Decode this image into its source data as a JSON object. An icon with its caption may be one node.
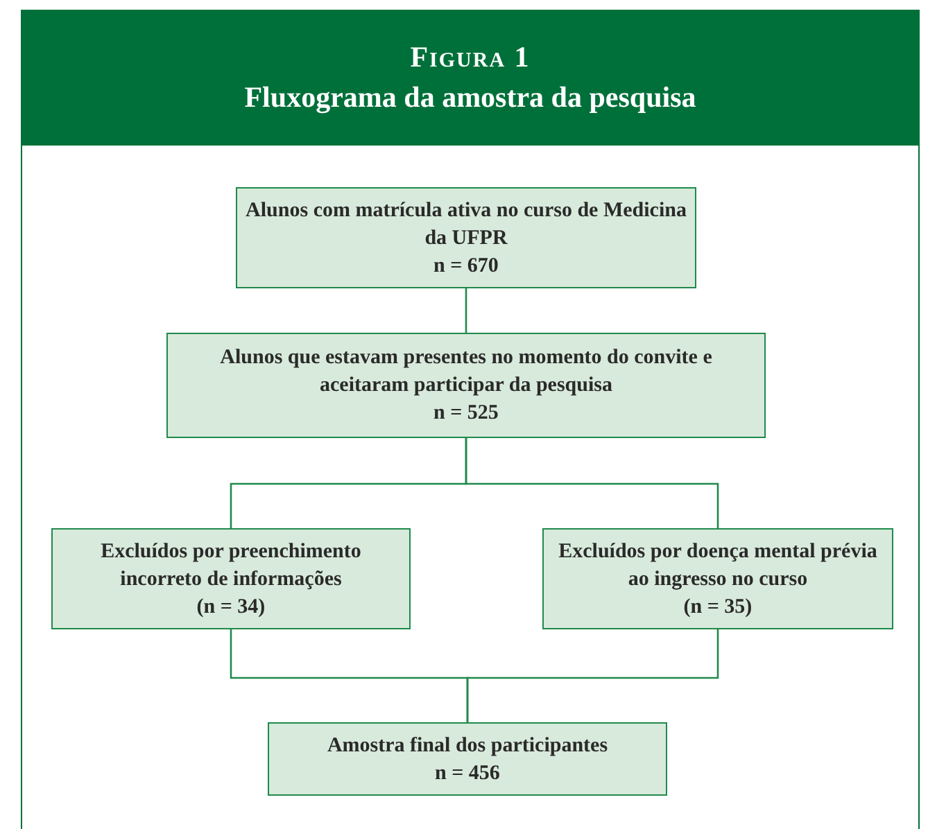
{
  "diagram": {
    "title": "Fluxograma da amostra da pesquisa",
    "labels": [
      "Figura 1"
    ],
    "nodes": [
      {
        "text": [
          "Alunos com matrícula ativa no curso de Medicina da UFPR",
          "n = 670"
        ]
      },
      {
        "text": [
          "Alunos que estavam presentes no momento do convite e aceitaram participar da pesquisa",
          "n = 525"
        ]
      },
      {
        "text": [
          "Excluídos por preenchimento incorreto de informações",
          "(n = 34)"
        ]
      },
      {
        "text": [
          "Excluídos por doença mental prévia ao ingresso no curso",
          "(n = 35)"
        ]
      },
      {
        "text": [
          "Amostra final dos participantes",
          "n = 456"
        ]
      }
    ],
    "edges": [
      {
        "from": 0,
        "to": 1,
        "arrow": "none"
      },
      {
        "from": 1,
        "to": 2,
        "arrow": "none"
      },
      {
        "from": 1,
        "to": 3,
        "arrow": "none"
      },
      {
        "from": 2,
        "to": 4,
        "arrow": "none"
      },
      {
        "from": 3,
        "to": 4,
        "arrow": "none"
      }
    ]
  }
}
